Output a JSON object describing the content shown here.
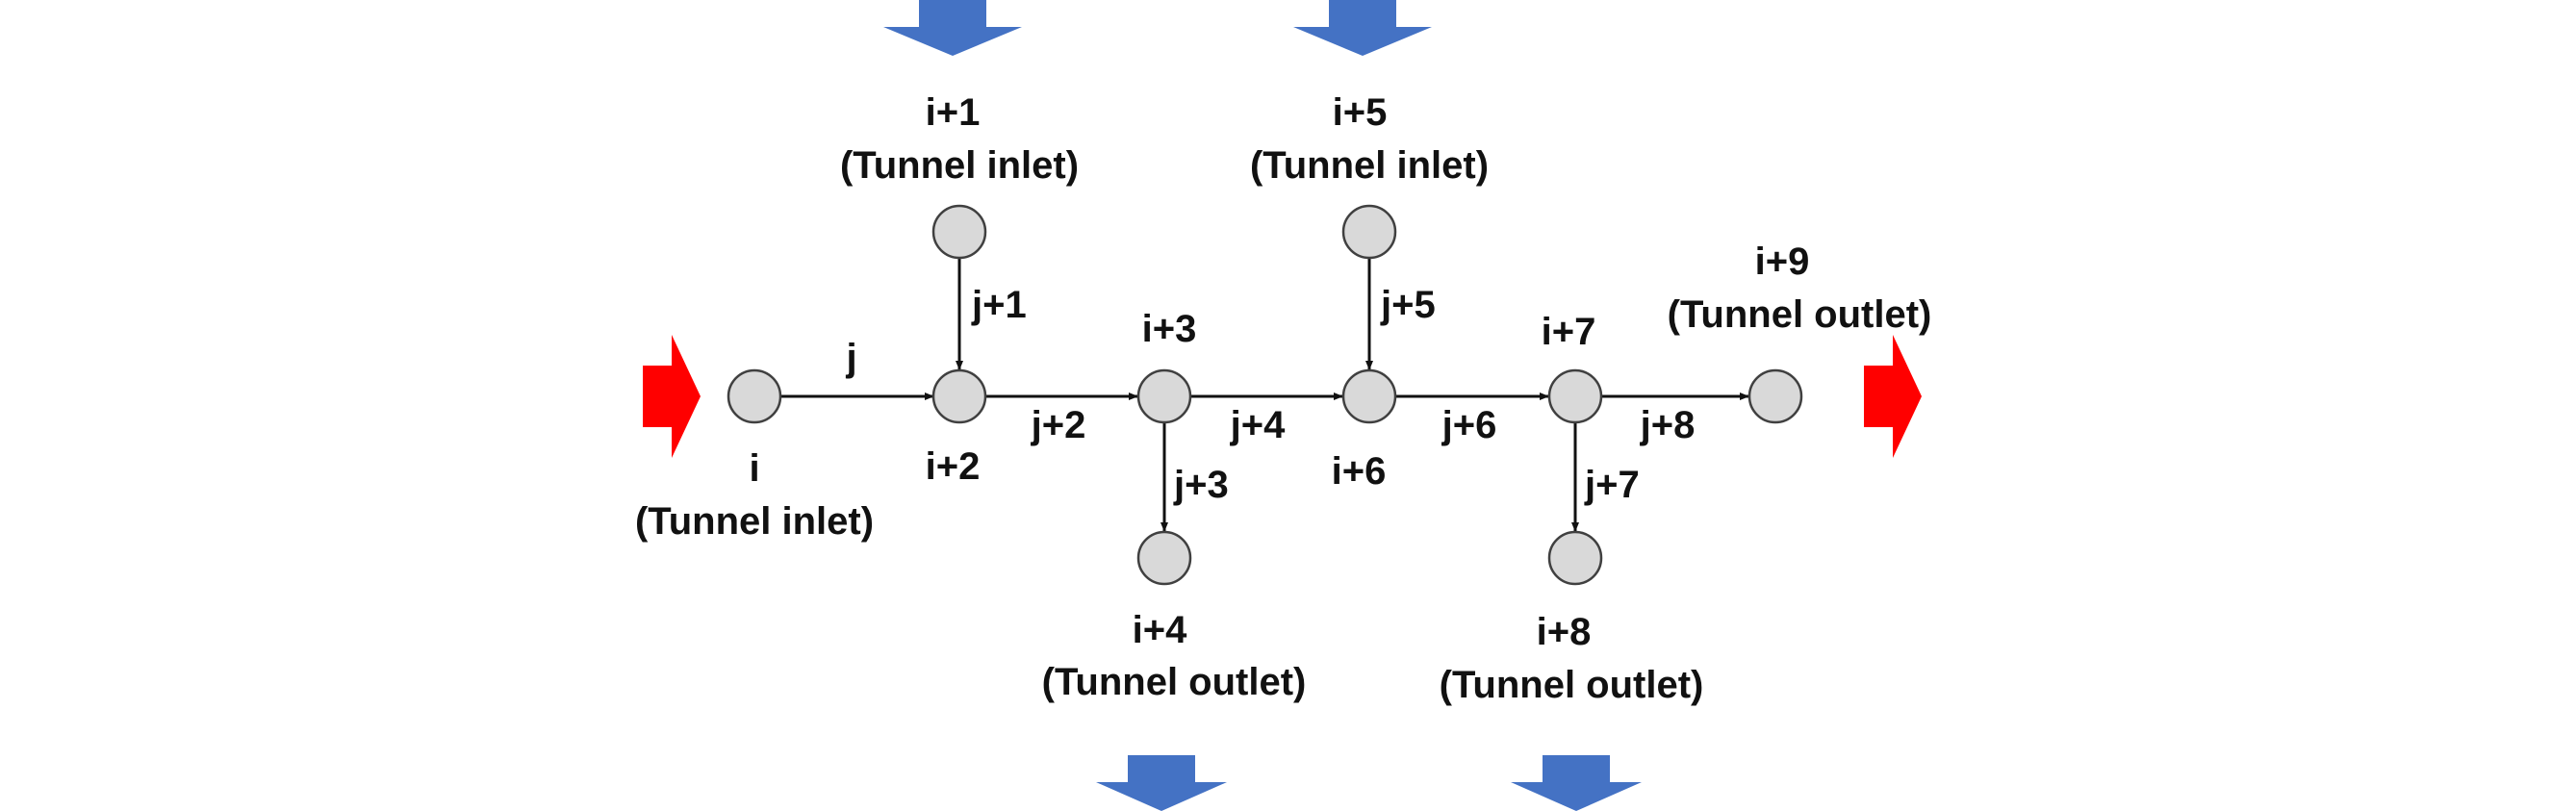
{
  "colors": {
    "node_fill": "#d9d9d9",
    "node_stroke": "#404040",
    "edge": "#111111",
    "flow_in_arrow": "#ff0000",
    "vent_arrow": "#4472c4"
  },
  "nodes": {
    "i": {
      "label": "i",
      "sub": "(Tunnel inlet)"
    },
    "i1": {
      "label": "i+1",
      "sub": "(Tunnel inlet)"
    },
    "i2": {
      "label": "i+2"
    },
    "i3": {
      "label": "i+3"
    },
    "i4": {
      "label": "i+4",
      "sub": "(Tunnel outlet)"
    },
    "i5": {
      "label": "i+5",
      "sub": "(Tunnel inlet)"
    },
    "i6": {
      "label": "i+6"
    },
    "i7": {
      "label": "i+7"
    },
    "i8": {
      "label": "i+8",
      "sub": "(Tunnel outlet)"
    },
    "i9": {
      "label": "i+9",
      "sub": "(Tunnel outlet)"
    }
  },
  "edges": {
    "j": "j",
    "j1": "j+1",
    "j2": "j+2",
    "j3": "j+3",
    "j4": "j+4",
    "j5": "j+5",
    "j6": "j+6",
    "j7": "j+7",
    "j8": "j+8"
  }
}
